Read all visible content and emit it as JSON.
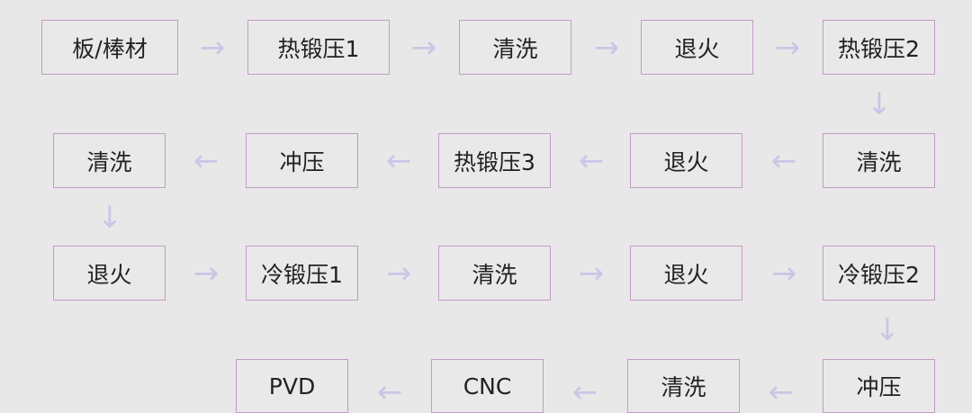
{
  "steps": {
    "r1": [
      "板/棒材",
      "热锻压1",
      "清洗",
      "退火",
      "热锻压2"
    ],
    "r2": [
      "清洗",
      "冲压",
      "热锻压3",
      "退火",
      "清洗"
    ],
    "r3": [
      "退火",
      "冷锻压1",
      "清洗",
      "退火",
      "冷锻压2"
    ],
    "r4": [
      "PVD",
      "CNC",
      "清洗",
      "冲压"
    ]
  },
  "arrows": {
    "right": "→",
    "left": "←",
    "down": "↓"
  },
  "colors": {
    "box_border": "#c59ac8",
    "arrow": "#c8c8e6",
    "background": "#e8e8e8"
  }
}
